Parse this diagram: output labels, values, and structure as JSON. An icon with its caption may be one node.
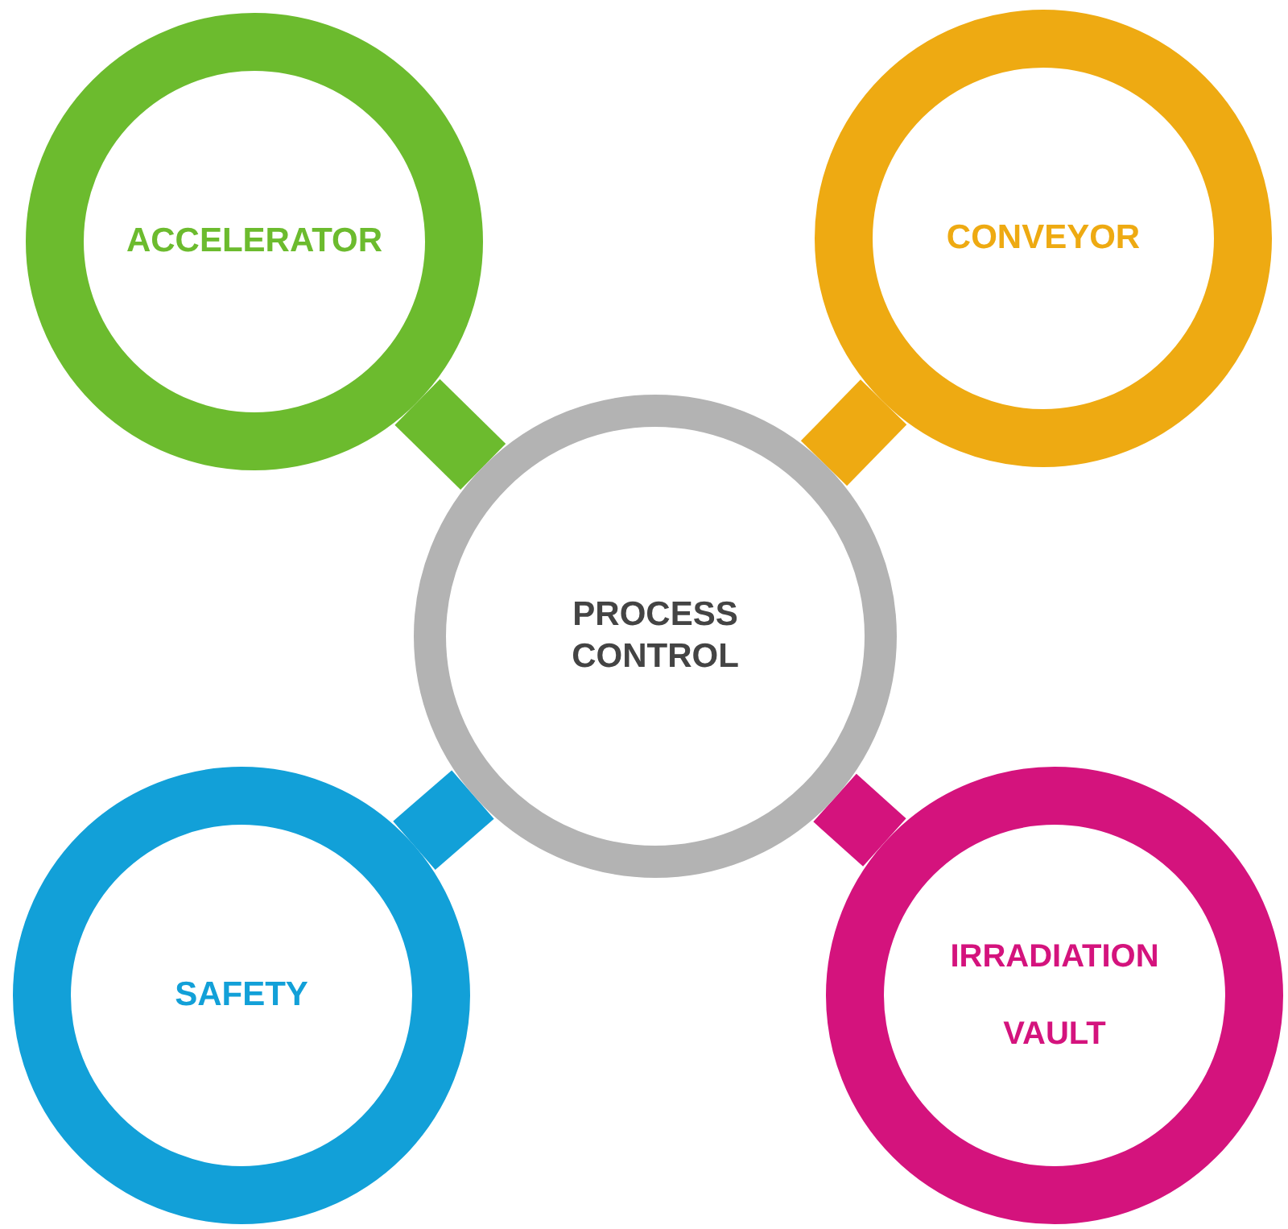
{
  "diagram": {
    "nodes": [
      {
        "text": [
          "PROCESS CONTROL"
        ]
      },
      {
        "text": [
          "ACCELERATOR"
        ]
      },
      {
        "text": [
          "CONVEYOR"
        ]
      },
      {
        "text": [
          "SAFETY"
        ]
      },
      {
        "text": [
          "IRRADIATION VAULT"
        ]
      }
    ],
    "edges": [
      {
        "from": 0,
        "to": 1,
        "arrow": "none",
        "color": "#6cbb2e"
      },
      {
        "from": 0,
        "to": 2,
        "arrow": "none",
        "color": "#eeaa12"
      },
      {
        "from": 0,
        "to": 3,
        "arrow": "none",
        "color": "#12a0d8"
      },
      {
        "from": 0,
        "to": 4,
        "arrow": "none",
        "color": "#d4137d"
      }
    ]
  }
}
